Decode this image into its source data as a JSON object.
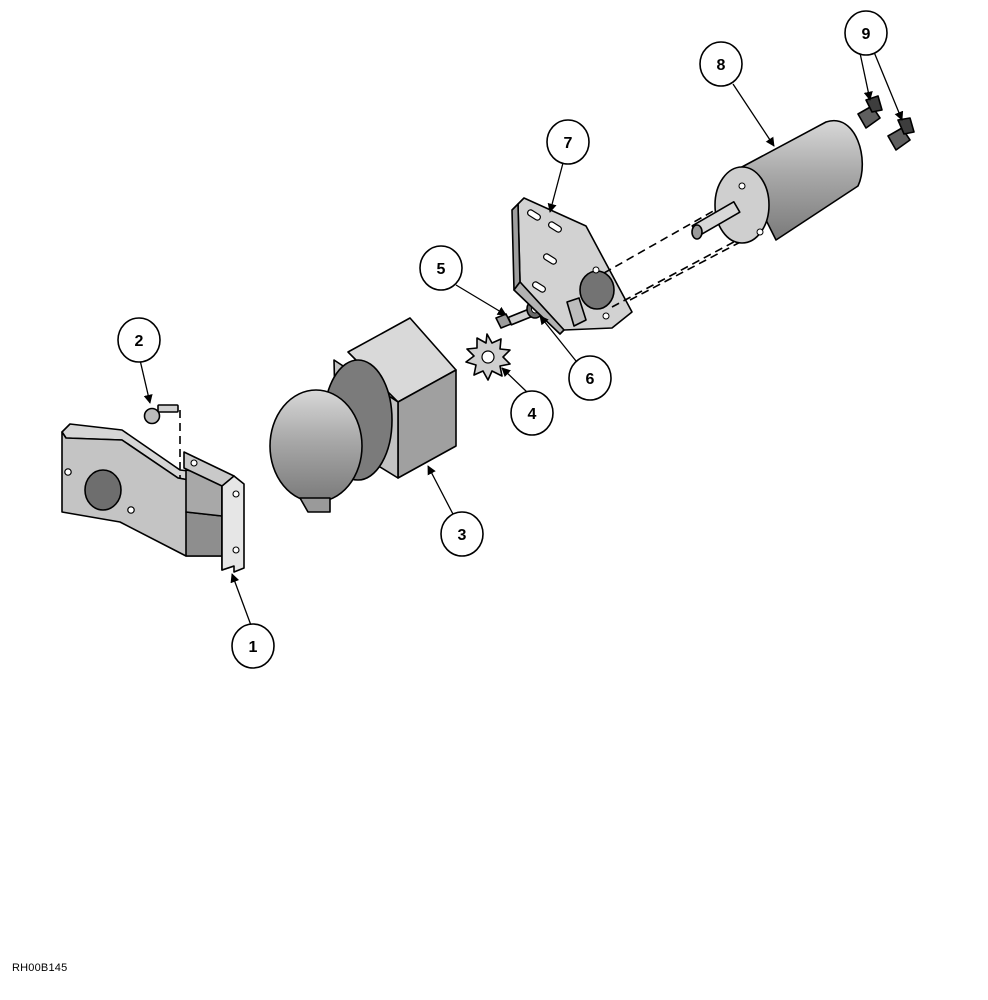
{
  "callouts": {
    "c1": "1",
    "c2": "2",
    "c3": "3",
    "c4": "4",
    "c5": "5",
    "c6": "6",
    "c7": "7",
    "c8": "8",
    "c9": "9"
  },
  "drawing_id": "RH00B145"
}
